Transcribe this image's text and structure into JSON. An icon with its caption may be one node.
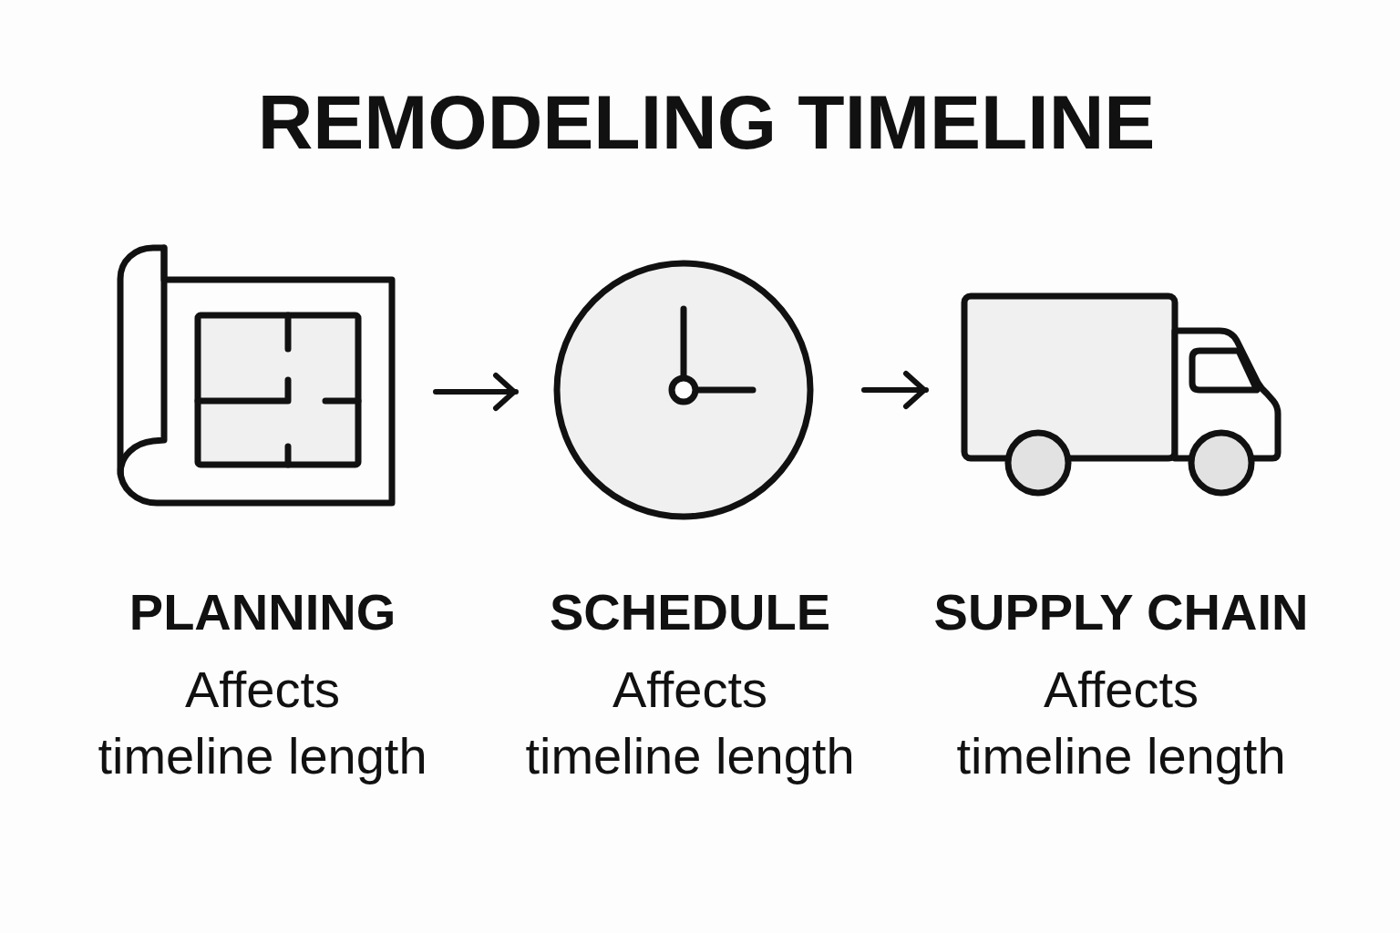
{
  "diagram": {
    "title": "REMODELING TIMELINE",
    "nodes": [
      {
        "text": [
          "PLANNING",
          "Affects timeline length"
        ]
      },
      {
        "text": [
          "SCHEDULE",
          "Affects timeline length"
        ]
      },
      {
        "text": [
          "SUPPLY CHAIN",
          "Affects timeline length"
        ]
      }
    ],
    "edges": [
      {
        "from": 0,
        "to": 1,
        "arrow": "to"
      },
      {
        "from": 1,
        "to": 2,
        "arrow": "to"
      }
    ]
  }
}
